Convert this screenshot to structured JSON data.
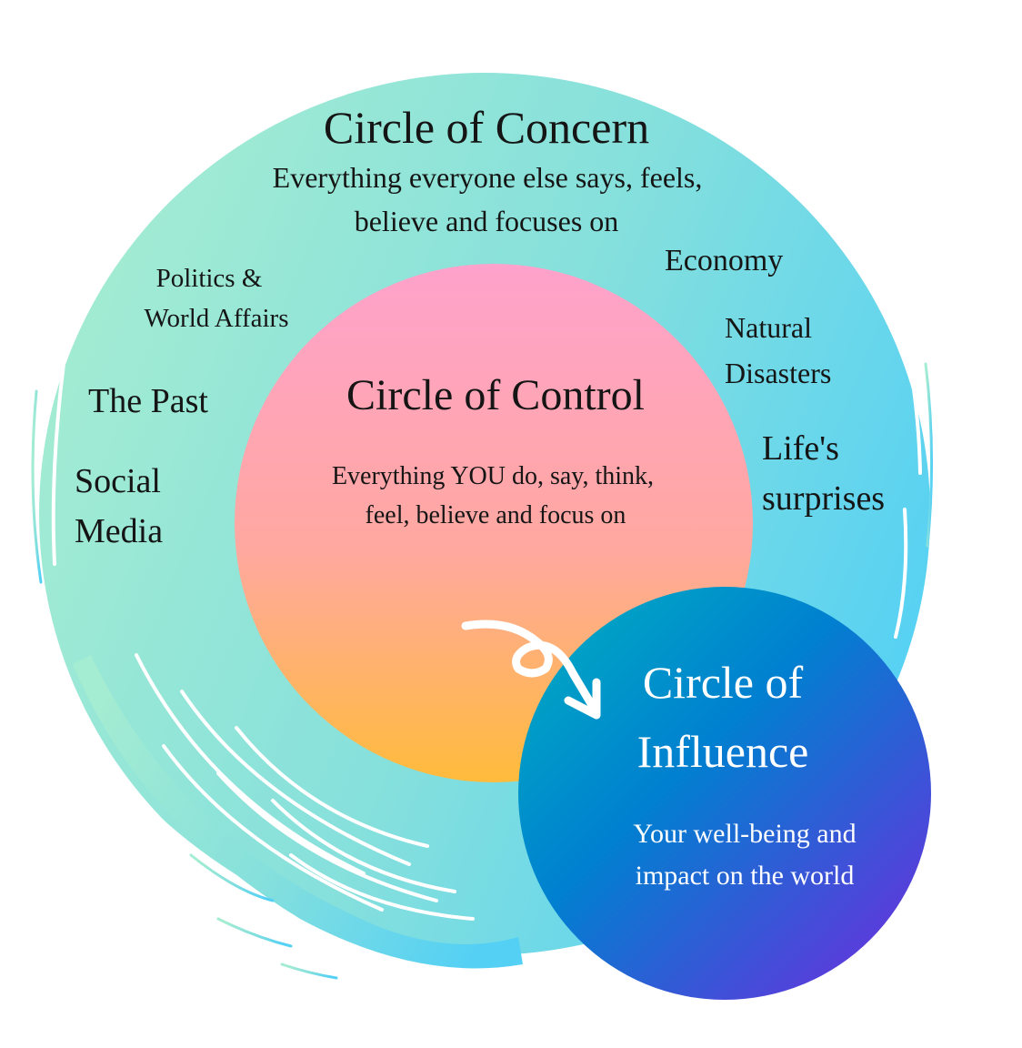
{
  "colors": {
    "concern_gradient_start": "#a4ecd2",
    "concern_gradient_mid": "#86e0dc",
    "concern_gradient_end": "#54d0f5",
    "control_gradient_top": "#ffa2cc",
    "control_gradient_mid": "#ffa8a0",
    "control_gradient_bottom": "#ffbb3c",
    "influence_gradient_start": "#00a6c4",
    "influence_gradient_mid": "#0080d0",
    "influence_gradient_end": "#6038dc",
    "text_dark": "#151515",
    "text_light": "#ffffff",
    "arrow": "#ffffff"
  },
  "concern": {
    "title": "Circle of Concern",
    "desc_line1": "Everything everyone else says, feels,",
    "desc_line2": "believe and focuses on",
    "items": {
      "politics_line1": "Politics &",
      "politics_line2": "World Affairs",
      "the_past": "The Past",
      "social_line1": "Social",
      "social_line2": "Media",
      "economy": "Economy",
      "natural_line1": "Natural",
      "natural_line2": "Disasters",
      "life_line1": "Life's",
      "life_line2": "surprises"
    }
  },
  "control": {
    "title": "Circle of Control",
    "desc_line1": "Everything YOU do, say, think,",
    "desc_line2": "feel, believe and focus on"
  },
  "influence": {
    "title_line1": "Circle of",
    "title_line2": "Influence",
    "desc_line1": "Your well-being and",
    "desc_line2": "impact on the world"
  },
  "icons": {
    "arrow": "curly-arrow-icon"
  }
}
